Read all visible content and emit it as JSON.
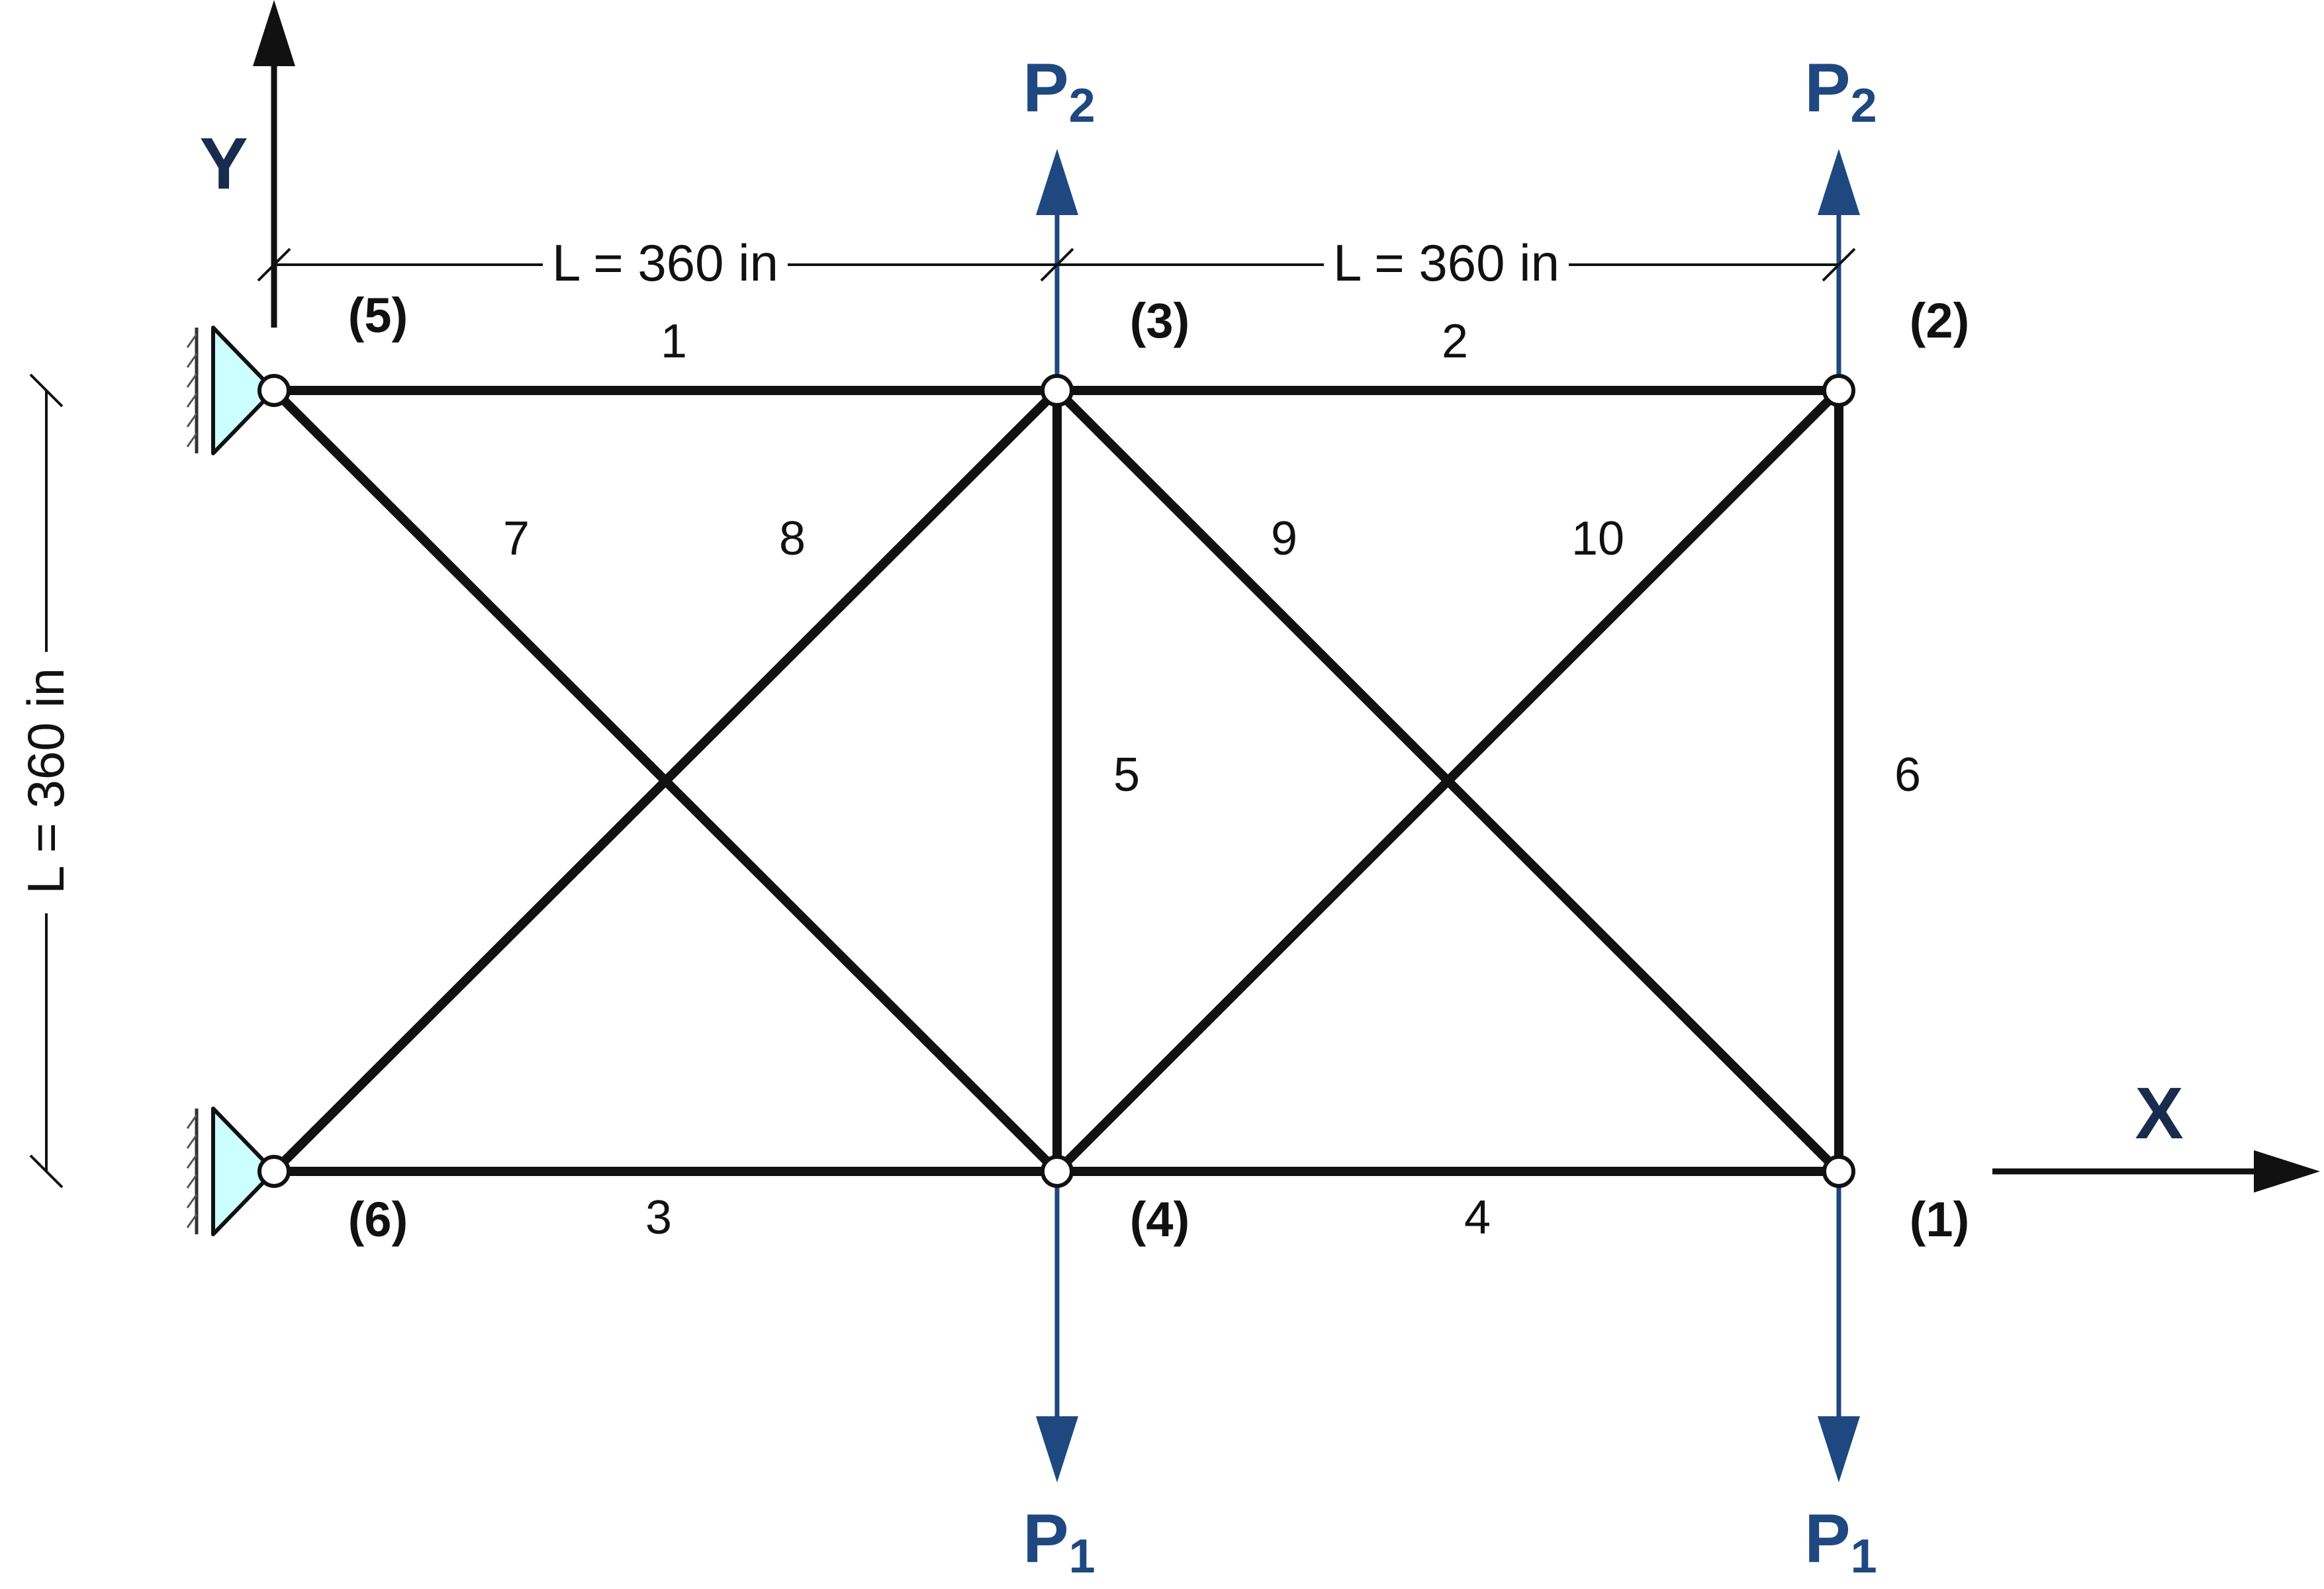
{
  "axes": {
    "x_label": "X",
    "y_label": "Y"
  },
  "dimensions": {
    "top_left": "L = 360 in",
    "top_right": "L = 360 in",
    "vertical": "L = 360 in"
  },
  "nodes": {
    "n1": "(1)",
    "n2": "(2)",
    "n3": "(3)",
    "n4": "(4)",
    "n5": "(5)",
    "n6": "(6)"
  },
  "members": {
    "m1": "1",
    "m2": "2",
    "m3": "3",
    "m4": "4",
    "m5": "5",
    "m6": "6",
    "m7": "7",
    "m8": "8",
    "m9": "9",
    "m10": "10"
  },
  "loads": {
    "p2_node3": {
      "letter": "P",
      "sub": "2"
    },
    "p2_node2": {
      "letter": "P",
      "sub": "2"
    },
    "p1_node4": {
      "letter": "P",
      "sub": "1"
    },
    "p1_node1": {
      "letter": "P",
      "sub": "1"
    }
  },
  "colors": {
    "member": "#111111",
    "load": "#1f4880",
    "support_fill": "#ccffff",
    "axis_label": "#1a2c4e"
  }
}
